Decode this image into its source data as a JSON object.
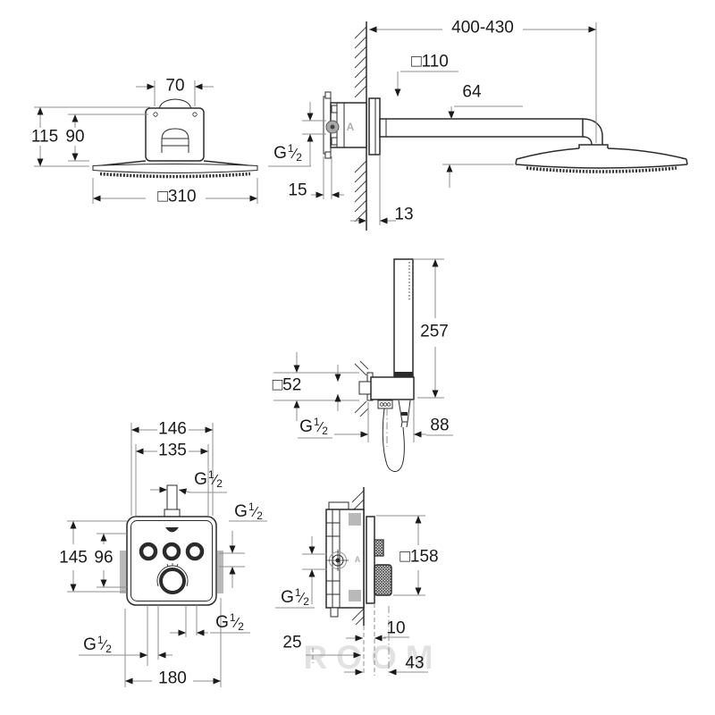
{
  "watermark": "ROOM",
  "thread_label": {
    "base": "G",
    "sup": "1",
    "slash": "⁄",
    "sub": "2"
  },
  "port_label": "A",
  "views": {
    "shower_head_front": {
      "dim_mount_width": "70",
      "dim_height_total": "115",
      "dim_height_body": "90",
      "dim_face_width": "□310"
    },
    "shower_head_side": {
      "dim_arm_reach": "400-430",
      "dim_wall_plate": "□110",
      "dim_arm_height": "64",
      "dim_embed_depth": "15",
      "dim_plate_depth": "13"
    },
    "hand_shower_side": {
      "dim_wand_length": "257",
      "dim_holder_plate": "□52",
      "dim_projection": "88"
    },
    "thermostat_front": {
      "dim_box_width_outer": "146",
      "dim_box_width_inner": "135",
      "dim_box_height_outer": "145",
      "dim_box_height_inner": "96",
      "dim_bottom_width": "180"
    },
    "thermostat_side": {
      "dim_plate": "□158",
      "dim_embed_min": "25",
      "dim_wall_gap": "10",
      "dim_projection": "43"
    }
  }
}
